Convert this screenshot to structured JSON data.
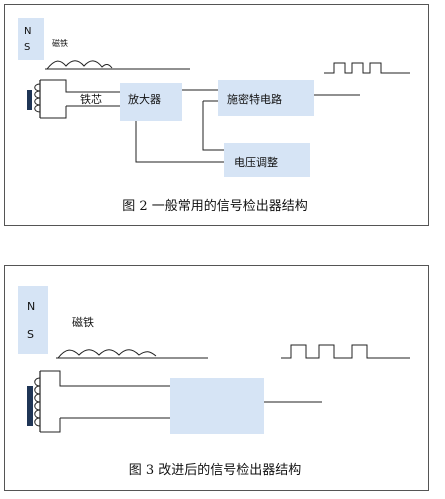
{
  "figure_top": {
    "magnet_poles": {
      "north": "N",
      "south": "S"
    },
    "magnet_label": "磁铁",
    "core_label": "铁芯",
    "amplifier_label": "放大器",
    "schmitt_label": "施密特电路",
    "voltage_adjust_label": "电压调整",
    "caption": "图 2 一般常用的信号检出器结构"
  },
  "figure_bottom": {
    "magnet_poles": {
      "north": "N",
      "south": "S"
    },
    "magnet_label": "磁铁",
    "caption": "图 3 改进后的信号检出器结构"
  },
  "colors": {
    "block_fill": "#d6e4f5",
    "magnet_fill": "#d6e4f5",
    "core_bar": "#1f3556",
    "line": "#222222"
  }
}
